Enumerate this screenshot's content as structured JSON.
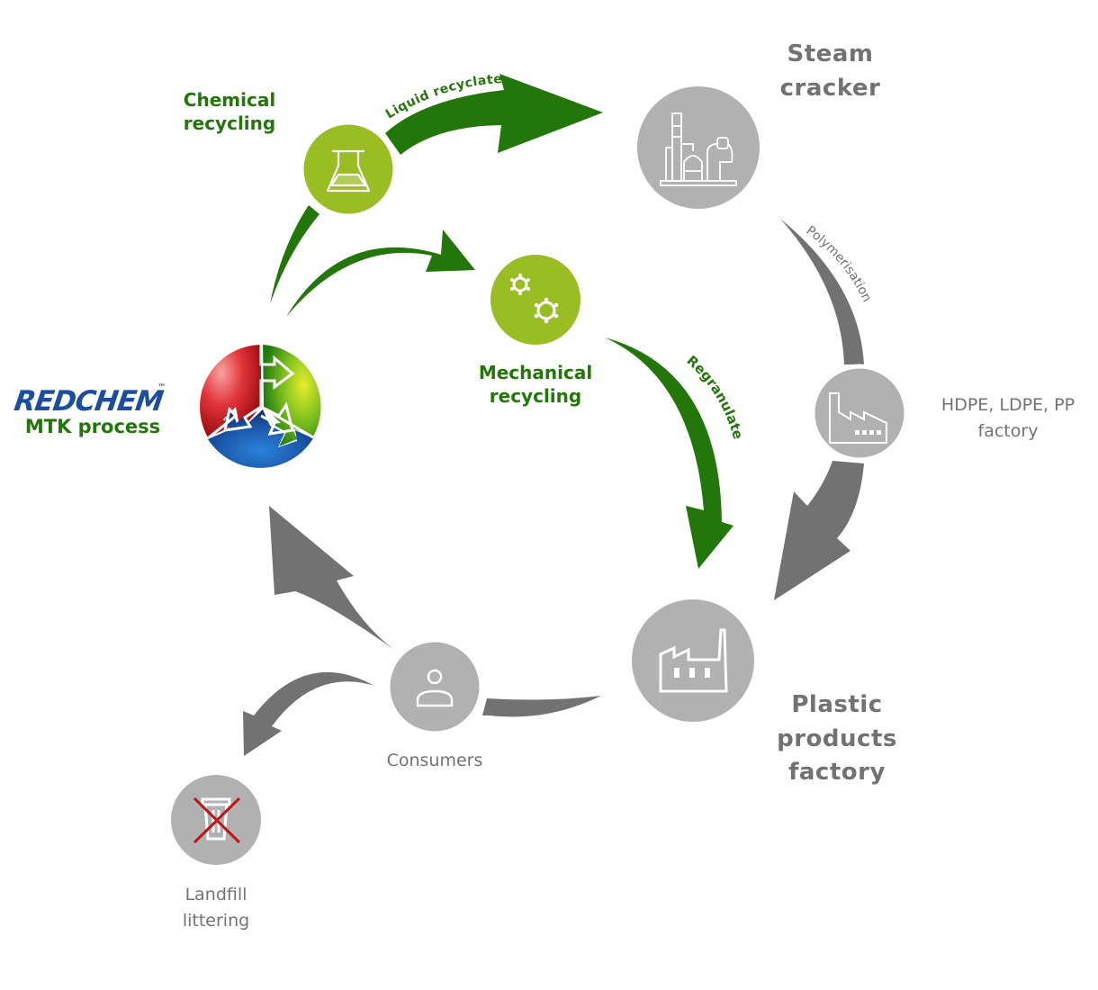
{
  "logo": {
    "brand": "REDCHEM",
    "trademark": "™",
    "subtitle": "MTK process"
  },
  "nodes": {
    "chemical_recycling": {
      "label": "Chemical\nrecycling",
      "line1": "Chemical",
      "line2": "recycling",
      "icon": "flask-icon",
      "color": "#99bd22"
    },
    "mechanical_recycling": {
      "line1": "Mechanical",
      "line2": "recycling",
      "icon": "gears-icon",
      "color": "#99bd22"
    },
    "steam_cracker": {
      "line1": "Steam",
      "line2": "cracker",
      "icon": "refinery-icon",
      "color": "#b1b1b1"
    },
    "polymer_factory": {
      "line1": "HDPE, LDPE, PP",
      "line2": "factory",
      "icon": "factory-icon",
      "color": "#b1b1b1"
    },
    "plastic_products_factory": {
      "line1": "Plastic",
      "line2": "products",
      "line3": "factory",
      "icon": "factory-icon",
      "color": "#b1b1b1"
    },
    "consumers": {
      "line1": "Consumers",
      "icon": "person-icon",
      "color": "#b1b1b1"
    },
    "landfill": {
      "line1": "Landfill",
      "line2": "littering",
      "icon": "crossed-trash-icon",
      "color": "#b1b1b1"
    }
  },
  "arrows": {
    "liquid_recyclate": "Liquid recyclate",
    "polymerisation": "Polymerisation",
    "regranulate": "Regranulate"
  },
  "colors": {
    "green_dark": "#237609",
    "green_light": "#99bd22",
    "grey_dark": "#727272",
    "grey_light": "#b1b1b1",
    "cross_red": "#c0141a"
  }
}
